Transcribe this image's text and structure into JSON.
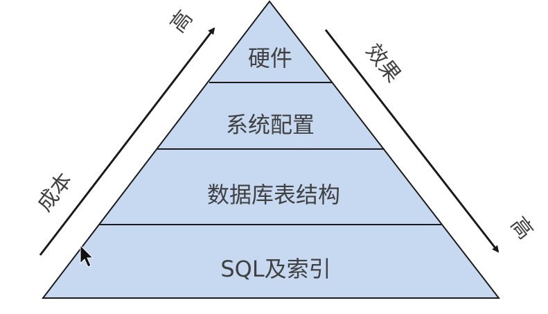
{
  "diagram": {
    "levels": [
      {
        "label": "硬件"
      },
      {
        "label": "系统配置"
      },
      {
        "label": "数据库表结构"
      },
      {
        "label": "SQL及索引"
      }
    ],
    "left_axis": {
      "label": "成本",
      "end_label": "高"
    },
    "right_axis": {
      "label": "效果",
      "end_label": "高"
    },
    "colors": {
      "fill": "#c6d9f1",
      "stroke": "#1a1a1a",
      "text": "#404040"
    }
  }
}
